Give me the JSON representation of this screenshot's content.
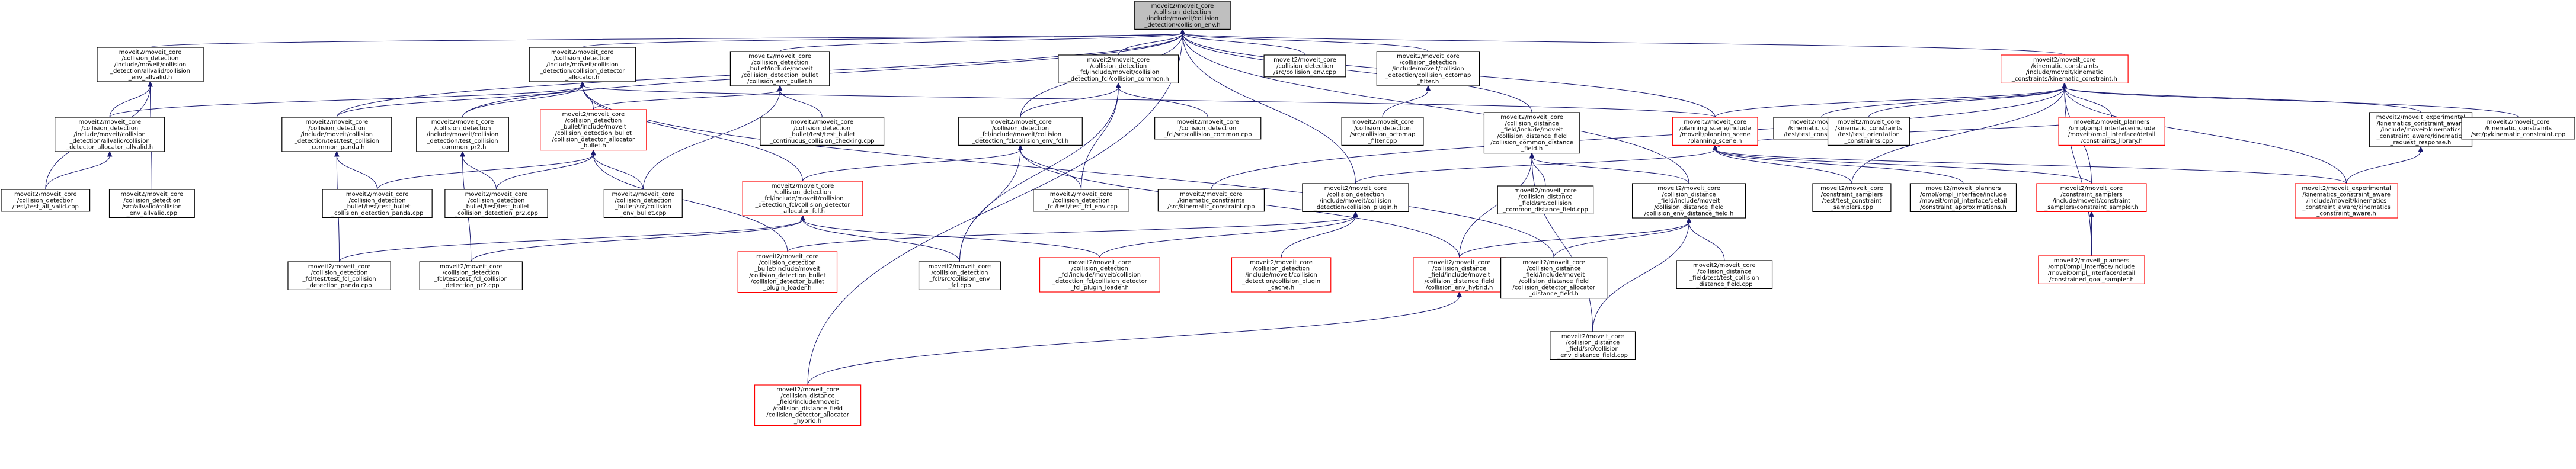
{
  "graph": {
    "nodes": [
      {
        "id": "root",
        "style": "root",
        "lines": [
          "moveit2/moveit_core",
          "/collision_detection",
          "/include/moveit/collision",
          "_detection/collision_env.h"
        ]
      },
      {
        "id": "allvalid_h",
        "style": "normal",
        "lines": [
          "moveit2/moveit_core",
          "/collision_detection",
          "/include/moveit/collision",
          "_detection/allvalid/collision",
          "_env_allvalid.h"
        ]
      },
      {
        "id": "allocator_h",
        "style": "normal",
        "lines": [
          "moveit2/moveit_core",
          "/collision_detection",
          "/include/moveit/collision",
          "_detection/collision_detector",
          "_allocator.h"
        ]
      },
      {
        "id": "bullet_env",
        "style": "normal",
        "lines": [
          "moveit2/moveit_core",
          "/collision_detection",
          "_bullet/include/moveit",
          "/collision_detection_bullet",
          "/collision_env_bullet.h"
        ]
      },
      {
        "id": "fcl_common",
        "style": "normal",
        "lines": [
          "moveit2/moveit_core",
          "/collision_detection",
          "_fcl/include/moveit/collision",
          "_detection_fcl/collision_common.h"
        ]
      },
      {
        "id": "env_cpp",
        "style": "normal",
        "lines": [
          "moveit2/moveit_core",
          "/collision_detection",
          "/src/collision_env.cpp"
        ]
      },
      {
        "id": "octomap_filter",
        "style": "normal",
        "lines": [
          "moveit2/moveit_core",
          "/collision_detection",
          "/include/moveit/collision",
          "_detection/collision_octomap",
          "_filter.h"
        ]
      },
      {
        "id": "kin_constraint",
        "style": "red",
        "lines": [
          "moveit2/moveit_core",
          "/kinematic_constraints",
          "/include/moveit/kinematic",
          "_constraints/kinematic_constraint.h"
        ]
      },
      {
        "id": "alloc_allvalid",
        "style": "normal",
        "lines": [
          "moveit2/moveit_core",
          "/collision_detection",
          "/include/moveit/collision",
          "_detection/allvalid/collision",
          "_detector_allocator_allvalid.h"
        ]
      },
      {
        "id": "test_panda",
        "style": "normal",
        "lines": [
          "moveit2/moveit_core",
          "/collision_detection",
          "/include/moveit/collision",
          "_detection/test/test_collision",
          "_common_panda.h"
        ]
      },
      {
        "id": "test_pr2",
        "style": "normal",
        "lines": [
          "moveit2/moveit_core",
          "/collision_detection",
          "/include/moveit/collision",
          "_detection/test_collision",
          "_common_pr2.h"
        ]
      },
      {
        "id": "bullet_alloc",
        "style": "red",
        "lines": [
          "moveit2/moveit_core",
          "/collision_detection",
          "_bullet/include/moveit",
          "/collision_detection_bullet",
          "/collision_detector_allocator",
          "_bullet.h"
        ]
      },
      {
        "id": "bullet_cont_test",
        "style": "normal",
        "lines": [
          "moveit2/moveit_core",
          "/collision_detection",
          "_bullet/test/test_bullet",
          "_continuous_collision_checking.cpp"
        ]
      },
      {
        "id": "fcl_env",
        "style": "normal",
        "lines": [
          "moveit2/moveit_core",
          "/collision_detection",
          "_fcl/include/moveit/collision",
          "_detection_fcl/collision_env_fcl.h"
        ]
      },
      {
        "id": "fcl_common_cpp",
        "style": "normal",
        "lines": [
          "moveit2/moveit_core",
          "/collision_detection",
          "_fcl/src/collision_common.cpp"
        ]
      },
      {
        "id": "octomap_cpp",
        "style": "normal",
        "lines": [
          "moveit2/moveit_core",
          "/collision_detection",
          "/src/collision_octomap",
          "_filter.cpp"
        ]
      },
      {
        "id": "cd_field",
        "style": "normal",
        "lines": [
          "moveit2/moveit_core",
          "/collision_distance",
          "_field/include/moveit",
          "/collision_distance_field",
          "/collision_common_distance",
          "_field.h"
        ]
      },
      {
        "id": "planning_scene",
        "style": "red",
        "lines": [
          "moveit2/moveit_core",
          "/planning_scene/include",
          "/moveit/planning_scene",
          "/planning_scene.h"
        ]
      },
      {
        "id": "test_constraints",
        "style": "normal",
        "lines": [
          "moveit2/moveit_core",
          "/kinematic_constraints",
          "/test/test_constraints.cpp"
        ]
      },
      {
        "id": "test_orientation",
        "style": "normal",
        "lines": [
          "moveit2/moveit_core",
          "/kinematic_constraints",
          "/test/test_orientation",
          "_constraints.cpp"
        ]
      },
      {
        "id": "ompl_library",
        "style": "red",
        "lines": [
          "moveit2/moveit_planners",
          "/ompl/ompl_interface/include",
          "/moveit/ompl_interface/detail",
          "/constraints_library.h"
        ]
      },
      {
        "id": "kin_aware_resp",
        "style": "normal",
        "lines": [
          "moveit2/moveit_experimental",
          "/kinematics_constraint_aware",
          "/include/moveit/kinematics",
          "_constraint_aware/kinematics",
          "_request_response.h"
        ]
      },
      {
        "id": "pykin",
        "style": "normal",
        "lines": [
          "moveit2/moveit_core",
          "/kinematic_constraints",
          "/src/pykinematic_constraint.cpp"
        ]
      },
      {
        "id": "all_valid_cpp",
        "style": "normal",
        "lines": [
          "moveit2/moveit_core",
          "/collision_detection",
          "/test/test_all_valid.cpp"
        ]
      },
      {
        "id": "allvalid_cpp",
        "style": "normal",
        "lines": [
          "moveit2/moveit_core",
          "/collision_detection",
          "/src/allvalid/collision",
          "_env_allvalid.cpp"
        ]
      },
      {
        "id": "bullet_panda",
        "style": "normal",
        "lines": [
          "moveit2/moveit_core",
          "/collision_detection",
          "_bullet/test/test_bullet",
          "_collision_detection_panda.cpp"
        ]
      },
      {
        "id": "bullet_pr2",
        "style": "normal",
        "lines": [
          "moveit2/moveit_core",
          "/collision_detection",
          "_bullet/test/test_bullet",
          "_collision_detection_pr2.cpp"
        ]
      },
      {
        "id": "bullet_env_cpp",
        "style": "normal",
        "lines": [
          "moveit2/moveit_core",
          "/collision_detection",
          "_bullet/src/collision",
          "_env_bullet.cpp"
        ]
      },
      {
        "id": "fcl_alloc",
        "style": "red",
        "lines": [
          "moveit2/moveit_core",
          "/collision_detection",
          "_fcl/include/moveit/collision",
          "_detection_fcl/collision_detector",
          "_allocator_fcl.h"
        ]
      },
      {
        "id": "fcl_env_test",
        "style": "normal",
        "lines": [
          "moveit2/moveit_core",
          "/collision_detection",
          "_fcl/test/test_fcl_env.cpp"
        ]
      },
      {
        "id": "kin_constraint_cpp",
        "style": "normal",
        "lines": [
          "moveit2/moveit_core",
          "/kinematic_constraints",
          "/src/kinematic_constraint.cpp"
        ]
      },
      {
        "id": "cd_plugin",
        "style": "normal",
        "lines": [
          "moveit2/moveit_core",
          "/collision_detection",
          "/include/moveit/collision",
          "_detection/collision_plugin.h"
        ]
      },
      {
        "id": "cd_common_cpp",
        "style": "normal",
        "lines": [
          "moveit2/moveit_core",
          "/collision_distance",
          "_field/src/collision",
          "_common_distance_field.cpp"
        ]
      },
      {
        "id": "cd_env_field",
        "style": "normal",
        "lines": [
          "moveit2/moveit_core",
          "/collision_distance",
          "_field/include/moveit",
          "/collision_distance_field",
          "/collision_env_distance_field.h"
        ]
      },
      {
        "id": "constraint_samplers_test",
        "style": "normal",
        "lines": [
          "moveit2/moveit_core",
          "/constraint_samplers",
          "/test/test_constraint",
          "_samplers.cpp"
        ]
      },
      {
        "id": "ompl_approx",
        "style": "normal",
        "lines": [
          "moveit2/moveit_planners",
          "/ompl/ompl_interface/include",
          "/moveit/ompl_interface/detail",
          "/constraint_approximations.h"
        ]
      },
      {
        "id": "constraint_sampler",
        "style": "red",
        "lines": [
          "moveit2/moveit_core",
          "/constraint_samplers",
          "/include/moveit/constraint",
          "_samplers/constraint_sampler.h"
        ]
      },
      {
        "id": "kin_aware",
        "style": "red",
        "lines": [
          "moveit2/moveit_experimental",
          "/kinematics_constraint_aware",
          "/include/moveit/kinematics",
          "_constraint_aware/kinematics",
          "_constraint_aware.h"
        ]
      },
      {
        "id": "fcl_panda",
        "style": "normal",
        "lines": [
          "moveit2/moveit_core",
          "/collision_detection",
          "_fcl/test/test_fcl_collision",
          "_detection_panda.cpp"
        ]
      },
      {
        "id": "fcl_pr2",
        "style": "normal",
        "lines": [
          "moveit2/moveit_core",
          "/collision_detection",
          "_fcl/test/test_fcl_collision",
          "_detection_pr2.cpp"
        ]
      },
      {
        "id": "bullet_plugin",
        "style": "red",
        "lines": [
          "moveit2/moveit_core",
          "/collision_detection",
          "_bullet/include/moveit",
          "/collision_detection_bullet",
          "/collision_detector_bullet",
          "_plugin_loader.h"
        ]
      },
      {
        "id": "fcl_env_cpp",
        "style": "normal",
        "lines": [
          "moveit2/moveit_core",
          "/collision_detection",
          "_fcl/src/collision_env",
          "_fcl.cpp"
        ]
      },
      {
        "id": "fcl_plugin",
        "style": "red",
        "lines": [
          "moveit2/moveit_core",
          "/collision_detection",
          "_fcl/include/moveit/collision",
          "_detection_fcl/collision_detector",
          "_fcl_plugin_loader.h"
        ]
      },
      {
        "id": "plugin_cache",
        "style": "red",
        "lines": [
          "moveit2/moveit_core",
          "/collision_detection",
          "/include/moveit/collision",
          "_detection/collision_plugin",
          "_cache.h"
        ]
      },
      {
        "id": "cd_env_hybrid",
        "style": "red",
        "lines": [
          "moveit2/moveit_core",
          "/collision_distance",
          "_field/include/moveit",
          "/collision_distance_field",
          "/collision_env_hybrid.h"
        ]
      },
      {
        "id": "cd_alloc_field",
        "style": "normal",
        "lines": [
          "moveit2/moveit_core",
          "/collision_distance",
          "_field/include/moveit",
          "/collision_distance_field",
          "/collision_detector_allocator",
          "_distance_field.h"
        ]
      },
      {
        "id": "cd_test_field",
        "style": "normal",
        "lines": [
          "moveit2/moveit_core",
          "/collision_distance",
          "_field/test/test_collision",
          "_distance_field.cpp"
        ]
      },
      {
        "id": "constrained_goal",
        "style": "red",
        "lines": [
          "moveit2/moveit_planners",
          "/ompl/ompl_interface/include",
          "/moveit/ompl_interface/detail",
          "/constrained_goal_sampler.h"
        ]
      },
      {
        "id": "cd_env_field_cpp",
        "style": "normal",
        "lines": [
          "moveit2/moveit_core",
          "/collision_distance",
          "_field/src/collision",
          "_env_distance_field.cpp"
        ]
      },
      {
        "id": "cd_alloc_hybrid",
        "style": "red",
        "lines": [
          "moveit2/moveit_core",
          "/collision_distance",
          "_field/include/moveit",
          "/collision_distance_field",
          "/collision_detector_allocator",
          "_hybrid.h"
        ]
      }
    ],
    "edges": [
      [
        "root",
        "allvalid_h"
      ],
      [
        "root",
        "allocator_h"
      ],
      [
        "root",
        "bullet_env"
      ],
      [
        "root",
        "fcl_common"
      ],
      [
        "root",
        "env_cpp"
      ],
      [
        "root",
        "octomap_filter"
      ],
      [
        "root",
        "kin_constraint"
      ],
      [
        "root",
        "test_panda"
      ],
      [
        "root",
        "test_pr2"
      ],
      [
        "root",
        "fcl_env"
      ],
      [
        "root",
        "cd_field"
      ],
      [
        "root",
        "planning_scene"
      ],
      [
        "root",
        "cd_plugin"
      ],
      [
        "root",
        "cd_env_field"
      ],
      [
        "root",
        "cd_alloc_hybrid"
      ],
      [
        "allvalid_h",
        "alloc_allvalid"
      ],
      [
        "allvalid_h",
        "all_valid_cpp"
      ],
      [
        "allvalid_h",
        "allvalid_cpp"
      ],
      [
        "allocator_h",
        "alloc_allvalid"
      ],
      [
        "allocator_h",
        "bullet_alloc"
      ],
      [
        "allocator_h",
        "fcl_alloc"
      ],
      [
        "allocator_h",
        "planning_scene"
      ],
      [
        "allocator_h",
        "test_panda"
      ],
      [
        "allocator_h",
        "test_pr2"
      ],
      [
        "allocator_h",
        "cd_alloc_field"
      ],
      [
        "bullet_env",
        "bullet_alloc"
      ],
      [
        "bullet_env",
        "bullet_cont_test"
      ],
      [
        "bullet_env",
        "bullet_env_cpp"
      ],
      [
        "fcl_common",
        "fcl_env"
      ],
      [
        "fcl_common",
        "fcl_common_cpp"
      ],
      [
        "fcl_common",
        "fcl_env_test"
      ],
      [
        "fcl_common",
        "fcl_env_cpp"
      ],
      [
        "octomap_filter",
        "octomap_cpp"
      ],
      [
        "kin_constraint",
        "planning_scene"
      ],
      [
        "kin_constraint",
        "test_constraints"
      ],
      [
        "kin_constraint",
        "test_orientation"
      ],
      [
        "kin_constraint",
        "ompl_library"
      ],
      [
        "kin_constraint",
        "kin_aware_resp"
      ],
      [
        "kin_constraint",
        "pykin"
      ],
      [
        "kin_constraint",
        "kin_constraint_cpp"
      ],
      [
        "kin_constraint",
        "constraint_samplers_test"
      ],
      [
        "kin_constraint",
        "constraint_sampler"
      ],
      [
        "kin_constraint",
        "kin_aware"
      ],
      [
        "kin_constraint",
        "constrained_goal"
      ],
      [
        "alloc_allvalid",
        "all_valid_cpp"
      ],
      [
        "test_panda",
        "bullet_panda"
      ],
      [
        "test_panda",
        "fcl_panda"
      ],
      [
        "test_pr2",
        "bullet_pr2"
      ],
      [
        "test_pr2",
        "fcl_pr2"
      ],
      [
        "bullet_alloc",
        "bullet_panda"
      ],
      [
        "bullet_alloc",
        "bullet_pr2"
      ],
      [
        "bullet_alloc",
        "bullet_env_cpp"
      ],
      [
        "bullet_alloc",
        "bullet_plugin"
      ],
      [
        "fcl_env",
        "fcl_alloc"
      ],
      [
        "fcl_env",
        "fcl_env_test"
      ],
      [
        "fcl_env",
        "fcl_env_cpp"
      ],
      [
        "fcl_env",
        "cd_env_hybrid"
      ],
      [
        "fcl_alloc",
        "fcl_panda"
      ],
      [
        "fcl_alloc",
        "fcl_pr2"
      ],
      [
        "fcl_alloc",
        "fcl_env_cpp"
      ],
      [
        "fcl_alloc",
        "fcl_plugin"
      ],
      [
        "cd_field",
        "cd_common_cpp"
      ],
      [
        "cd_field",
        "cd_env_field"
      ],
      [
        "cd_field",
        "cd_env_hybrid"
      ],
      [
        "cd_field",
        "cd_env_field_cpp"
      ],
      [
        "planning_scene",
        "cd_plugin"
      ],
      [
        "planning_scene",
        "constraint_samplers_test"
      ],
      [
        "planning_scene",
        "ompl_approx"
      ],
      [
        "planning_scene",
        "constraint_sampler"
      ],
      [
        "planning_scene",
        "kin_aware"
      ],
      [
        "planning_scene",
        "ompl_library"
      ],
      [
        "cd_plugin",
        "bullet_plugin"
      ],
      [
        "cd_plugin",
        "fcl_plugin"
      ],
      [
        "cd_plugin",
        "plugin_cache"
      ],
      [
        "cd_env_field",
        "cd_env_hybrid"
      ],
      [
        "cd_env_field",
        "cd_alloc_field"
      ],
      [
        "cd_env_field",
        "cd_test_field"
      ],
      [
        "cd_env_field",
        "cd_env_field_cpp"
      ],
      [
        "cd_env_hybrid",
        "cd_alloc_hybrid"
      ],
      [
        "constraint_sampler",
        "constrained_goal"
      ],
      [
        "kin_aware_resp",
        "kin_aware"
      ]
    ]
  }
}
